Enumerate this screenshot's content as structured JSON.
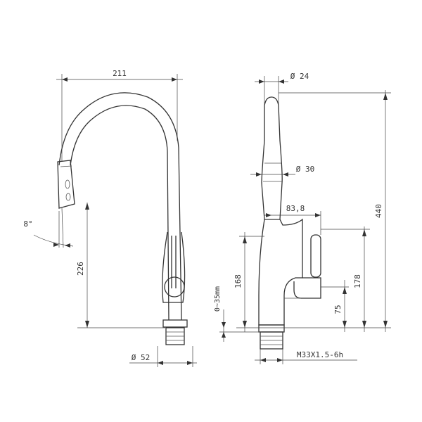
{
  "side_view": {
    "reach": "211",
    "height_226": "226",
    "base_dia": "Ø 52",
    "angle": "8°"
  },
  "front_view": {
    "spout_dia": "Ø 24",
    "body_dia": "Ø 30",
    "offset": "83,8",
    "total_height": "440",
    "lever_height": "178",
    "handle_height": "168",
    "lower_height": "75",
    "deck_thickness": "0~35mm",
    "thread": "M33X1.5-6h"
  }
}
